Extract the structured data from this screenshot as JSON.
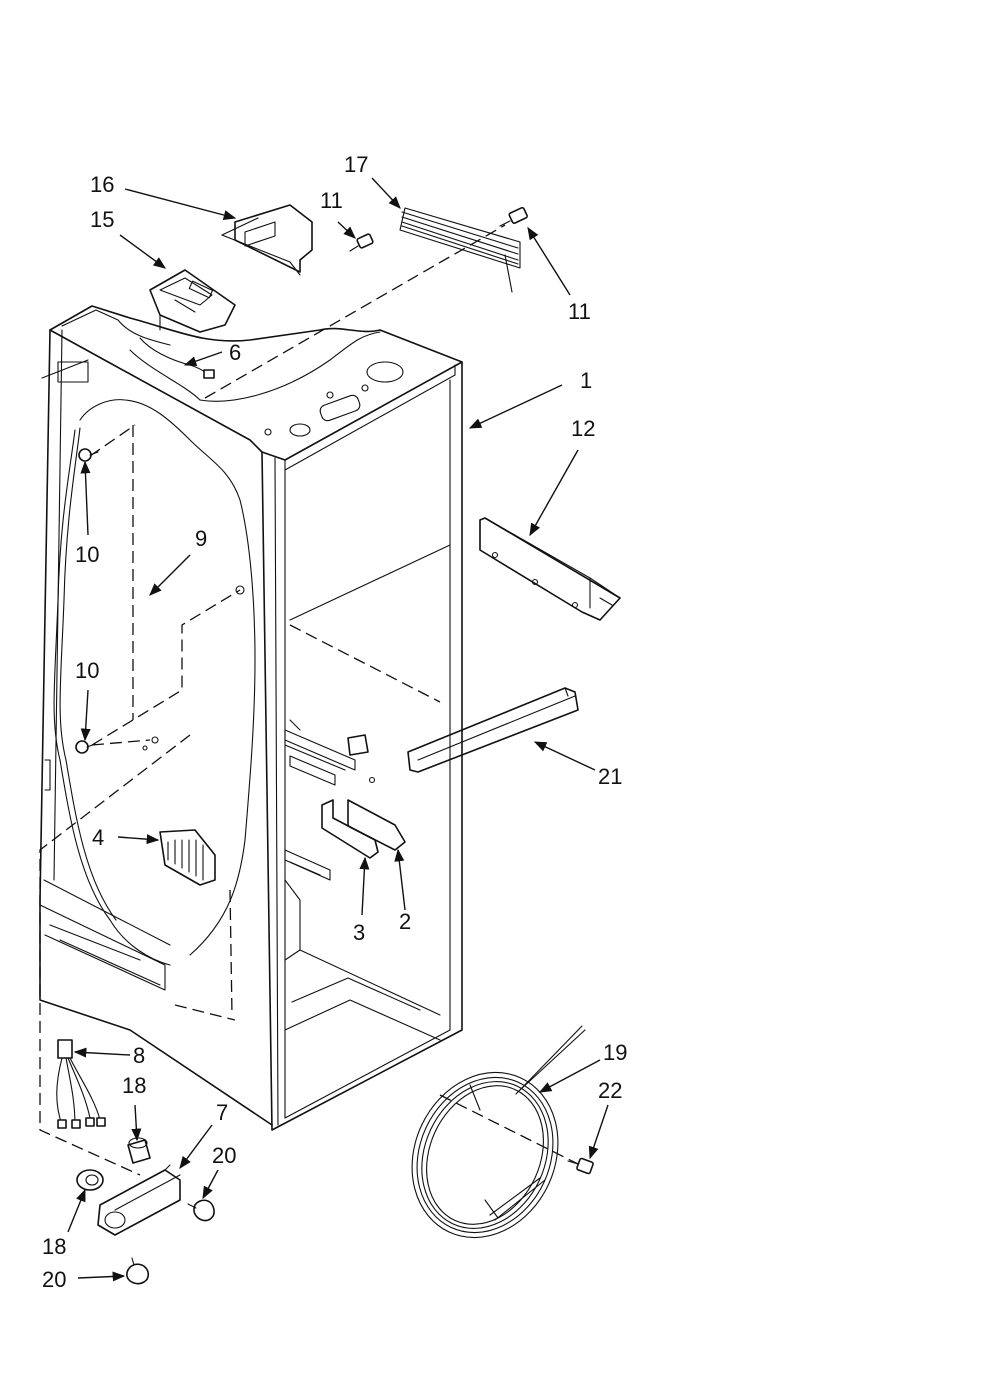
{
  "callouts": {
    "c1": "1",
    "c2": "2",
    "c3": "3",
    "c4": "4",
    "c6": "6",
    "c7": "7",
    "c8": "8",
    "c9": "9",
    "c10a": "10",
    "c10b": "10",
    "c11a": "11",
    "c11b": "11",
    "c12": "12",
    "c15": "15",
    "c16": "16",
    "c17": "17",
    "c18a": "18",
    "c18b": "18",
    "c19": "19",
    "c20a": "20",
    "c20b": "20",
    "c21": "21",
    "c22": "22"
  }
}
